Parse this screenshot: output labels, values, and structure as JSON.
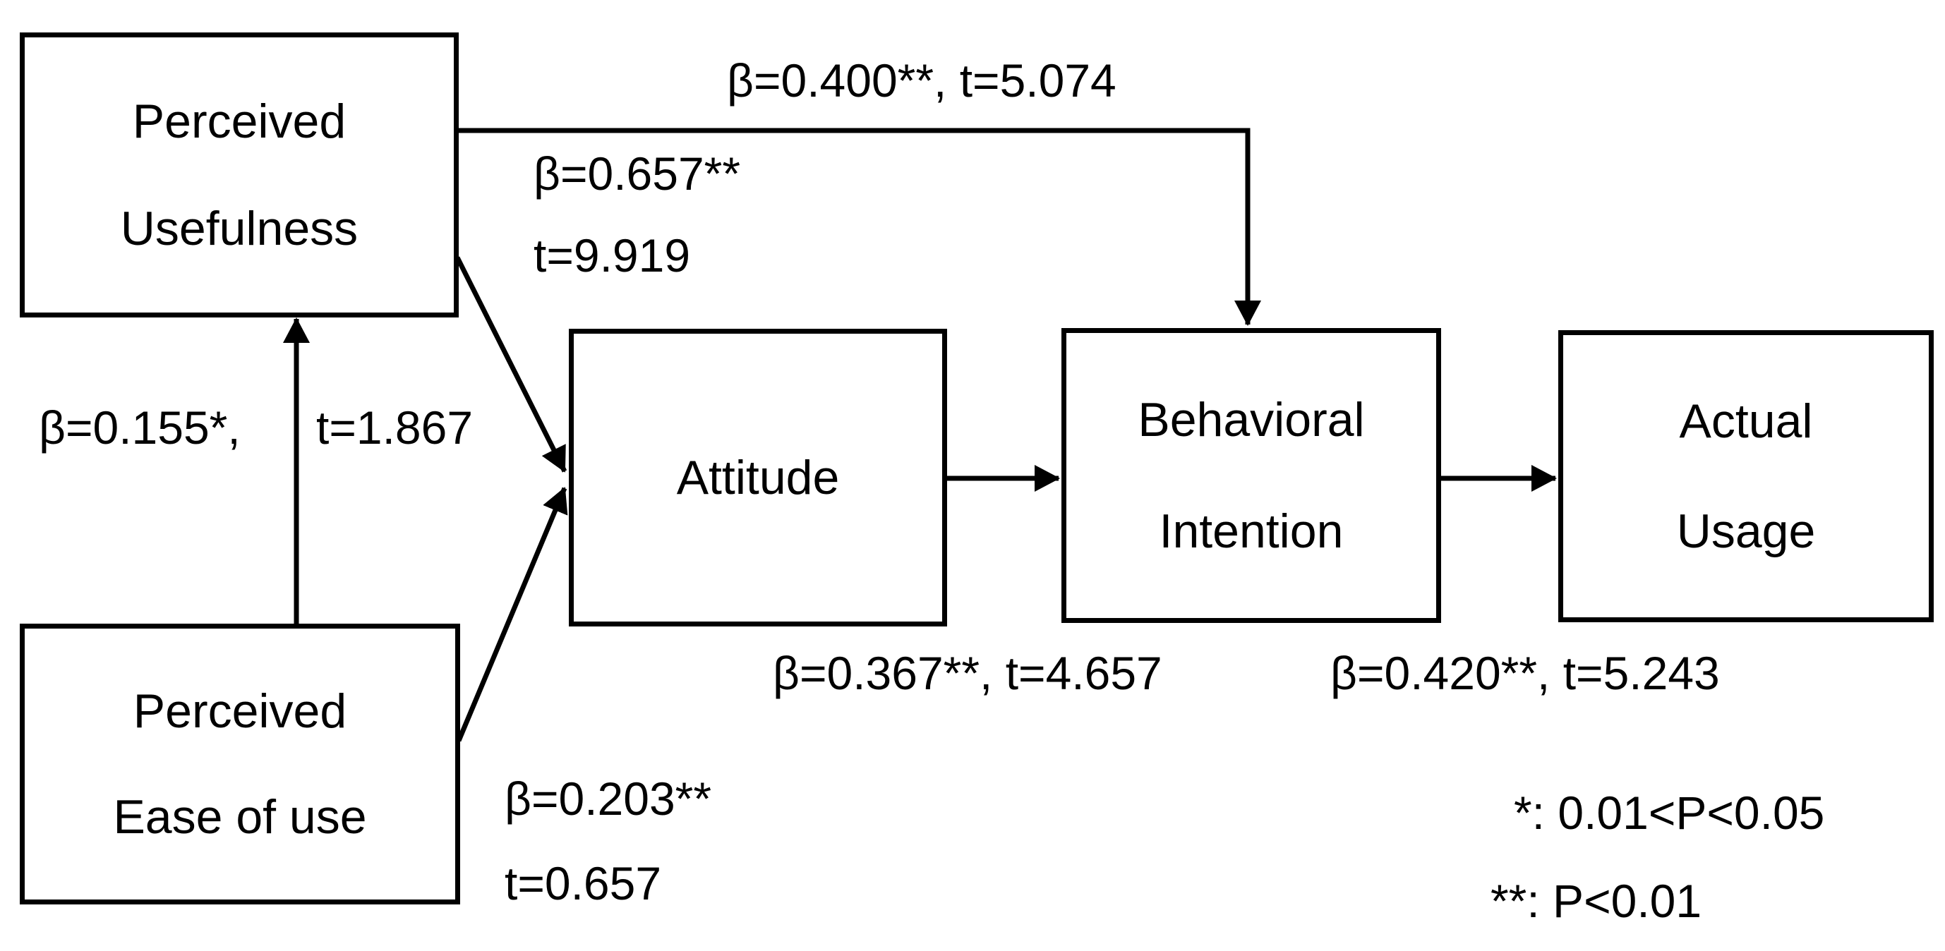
{
  "figure": {
    "background": "#ffffff",
    "line_color": "#000000",
    "nodes": {
      "perceived_usefulness": {
        "line1": "Perceived",
        "line2": "Usefulness"
      },
      "perceived_ease_of_use": {
        "line1": "Perceived",
        "line2": "Ease of use"
      },
      "attitude": {
        "line1": "Attitude"
      },
      "behavioral_intention": {
        "line1": "Behavioral",
        "line2": "Intention"
      },
      "actual_usage": {
        "line1": "Actual",
        "line2": "Usage"
      }
    },
    "path_labels": {
      "pu_to_bi": "β=0.400**, t=5.074",
      "pu_to_attitude_beta": "β=0.657**",
      "pu_to_attitude_t": "t=9.919",
      "peou_to_pu_beta": "β=0.155*,",
      "peou_to_pu_t": "t=1.867",
      "peou_to_attitude_beta": "β=0.203**",
      "peou_to_attitude_t": "t=0.657",
      "attitude_to_bi": "β=0.367**, t=4.657",
      "bi_to_au": "β=0.420**, t=5.243"
    },
    "legend": {
      "line1": "*: 0.01<P<0.05",
      "line2": "**: P<0.01"
    }
  }
}
